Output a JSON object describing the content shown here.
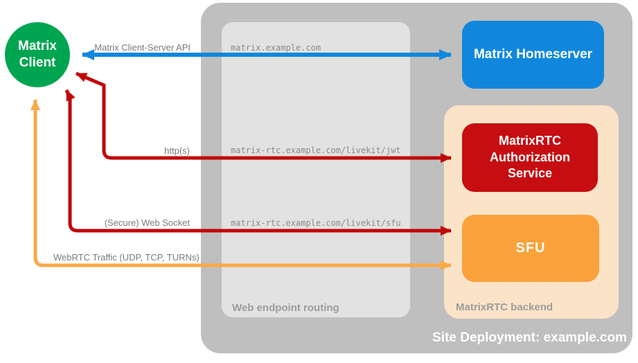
{
  "diagram": {
    "site_label": "Site Deployment: example.com",
    "client": {
      "label": "Matrix Client"
    },
    "routing_box": {
      "label": "Web endpoint routing",
      "endpoints": [
        "matrix.example.com",
        "matrix-rtc.example.com/livekit/jwt",
        "matrix-rtc.example.com/livekit/sfu"
      ]
    },
    "backend_box": {
      "label": "MatrixRTC backend"
    },
    "nodes": {
      "homeserver": {
        "label": "Matrix Homeserver"
      },
      "auth": {
        "label": "MatrixRTC Authorization Service"
      },
      "sfu": {
        "label": "SFU"
      }
    },
    "connections": {
      "cs_api": {
        "label": "Matrix Client-Server API"
      },
      "http": {
        "label": "http(s)"
      },
      "websocket": {
        "label": "(Secure) Web Socket"
      },
      "webrtc": {
        "label": "WebRTC Traffic (UDP, TCP, TURNs)"
      }
    },
    "colors": {
      "client_green": "#00a551",
      "homeserver_blue": "#1087dd",
      "auth_red": "#c60d11",
      "sfu_orange": "#f9a23c",
      "backend_peach": "#fbe3c8",
      "outer_gray": "#bfbfbf",
      "routing_gray": "#e2e2e2",
      "blue_arrow": "#1087dd",
      "red_arrow": "#c10508",
      "orange_arrow": "#f9a947"
    }
  }
}
